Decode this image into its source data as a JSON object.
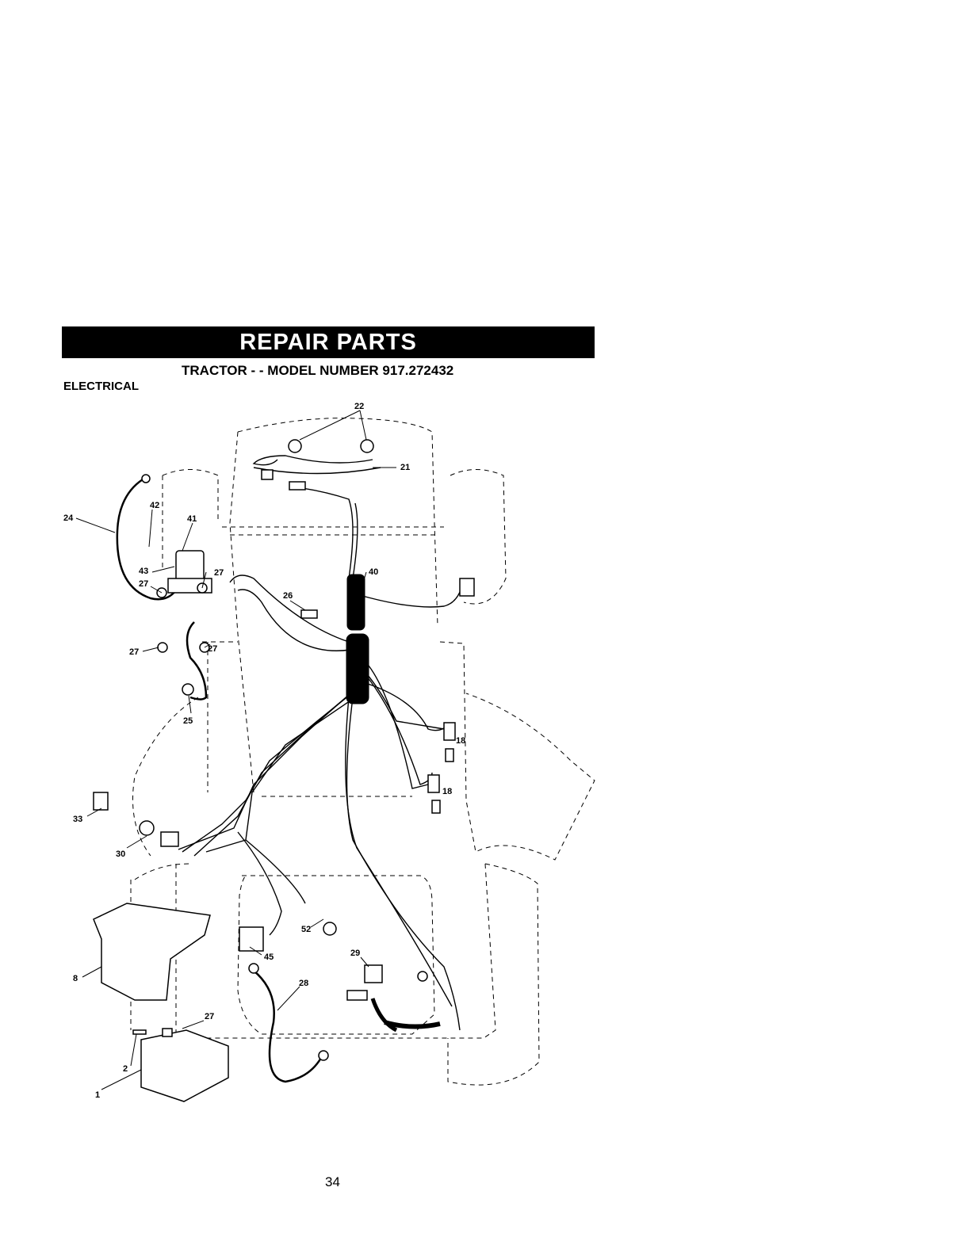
{
  "header": {
    "banner": "REPAIR PARTS",
    "subtitle": "TRACTOR - - MODEL NUMBER 917.272432",
    "section": "ELECTRICAL"
  },
  "callouts": [
    "22",
    "21",
    "24",
    "42",
    "41",
    "43",
    "27",
    "27",
    "26",
    "40",
    "27",
    "27",
    "25",
    "18",
    "18",
    "33",
    "30",
    "8",
    "52",
    "45",
    "29",
    "28",
    "27",
    "2",
    "1"
  ],
  "footer": {
    "page_number": "34"
  }
}
